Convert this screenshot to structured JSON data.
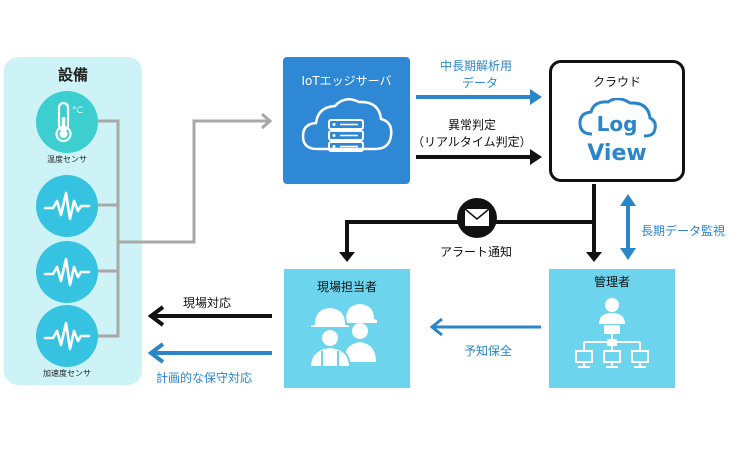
{
  "equipment": {
    "title": "設備",
    "temp_sensor_label": "温度センサ",
    "temp_unit": "°C",
    "accel_sensor_label": "加速度センサ"
  },
  "iot_server": {
    "title": "IoTエッジサーバ"
  },
  "cloud": {
    "title": "クラウド",
    "logo_line1": "Log",
    "logo_line2": "View"
  },
  "field_staff": {
    "title": "現場担当者"
  },
  "manager": {
    "title": "管理者"
  },
  "flows": {
    "analysis_data_line1": "中長期解析用",
    "analysis_data_line2": "データ",
    "anomaly_line1": "異常判定",
    "anomaly_line2": "（リアルタイム判定）",
    "alert": "アラート通知",
    "long_term_monitoring": "長期データ監視",
    "predictive_maintenance": "予知保全",
    "field_response": "現場対応",
    "planned_maintenance": "計画的な保守対応"
  },
  "colors": {
    "teal_panel": "#cdf3f6",
    "sensor_blue": "#36c3e2",
    "server_blue": "#2f88d6",
    "staff_blue": "#6dd4ee",
    "arrow_blue": "#2a86c8",
    "arrow_gray": "#a8a8a8",
    "arrow_black": "#111111"
  }
}
